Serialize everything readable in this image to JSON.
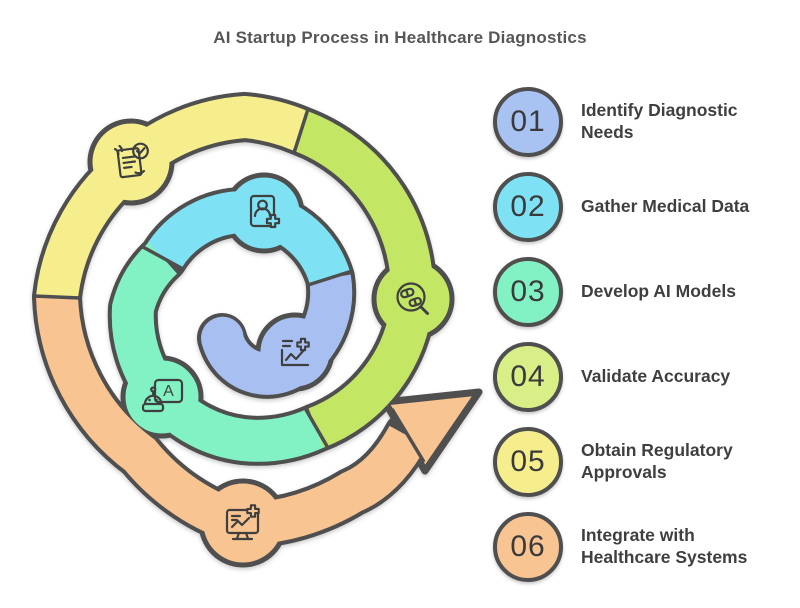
{
  "title": "AI Startup Process in Healthcare Diagnostics",
  "colors": {
    "background": "#ffffff",
    "outline": "#4f4f4f",
    "icon_ink": "#3f3f3f",
    "title_text": "#565656",
    "label_text": "#3f3f3f",
    "number_text": "#3a3a3a"
  },
  "steps": [
    {
      "number": "01",
      "label": "Identify Diagnostic Needs",
      "color": "#a8c2f2"
    },
    {
      "number": "02",
      "label": "Gather Medical Data",
      "color": "#7fe1f4"
    },
    {
      "number": "03",
      "label": "Develop AI Models",
      "color": "#82f2c5"
    },
    {
      "number": "04",
      "label": "Validate Accuracy",
      "color": "#d8ee87"
    },
    {
      "number": "05",
      "label": "Obtain Regulatory Approvals",
      "color": "#f6ee8d"
    },
    {
      "number": "06",
      "label": "Integrate with Healthcare Systems",
      "color": "#f8c491"
    }
  ],
  "spiral": {
    "ai_letter": "A",
    "segments": [
      {
        "name": "identify-diagnostic-needs",
        "color": "#a8c0f1",
        "icon": "medical-chart-plus-icon"
      },
      {
        "name": "gather-medical-data",
        "color": "#7fe1f4",
        "icon": "patient-record-plus-icon"
      },
      {
        "name": "develop-ai-models",
        "color": "#82f2c5",
        "icon": "ai-robot-icon"
      },
      {
        "name": "validate-accuracy",
        "color": "#c3e765",
        "icon": "pills-magnifier-icon"
      },
      {
        "name": "obtain-regulatory-approvals",
        "color": "#f6ee8d",
        "icon": "document-approval-icon"
      },
      {
        "name": "integrate-healthcare-systems",
        "color": "#f8c491",
        "icon": "monitor-chart-plus-icon"
      }
    ]
  }
}
